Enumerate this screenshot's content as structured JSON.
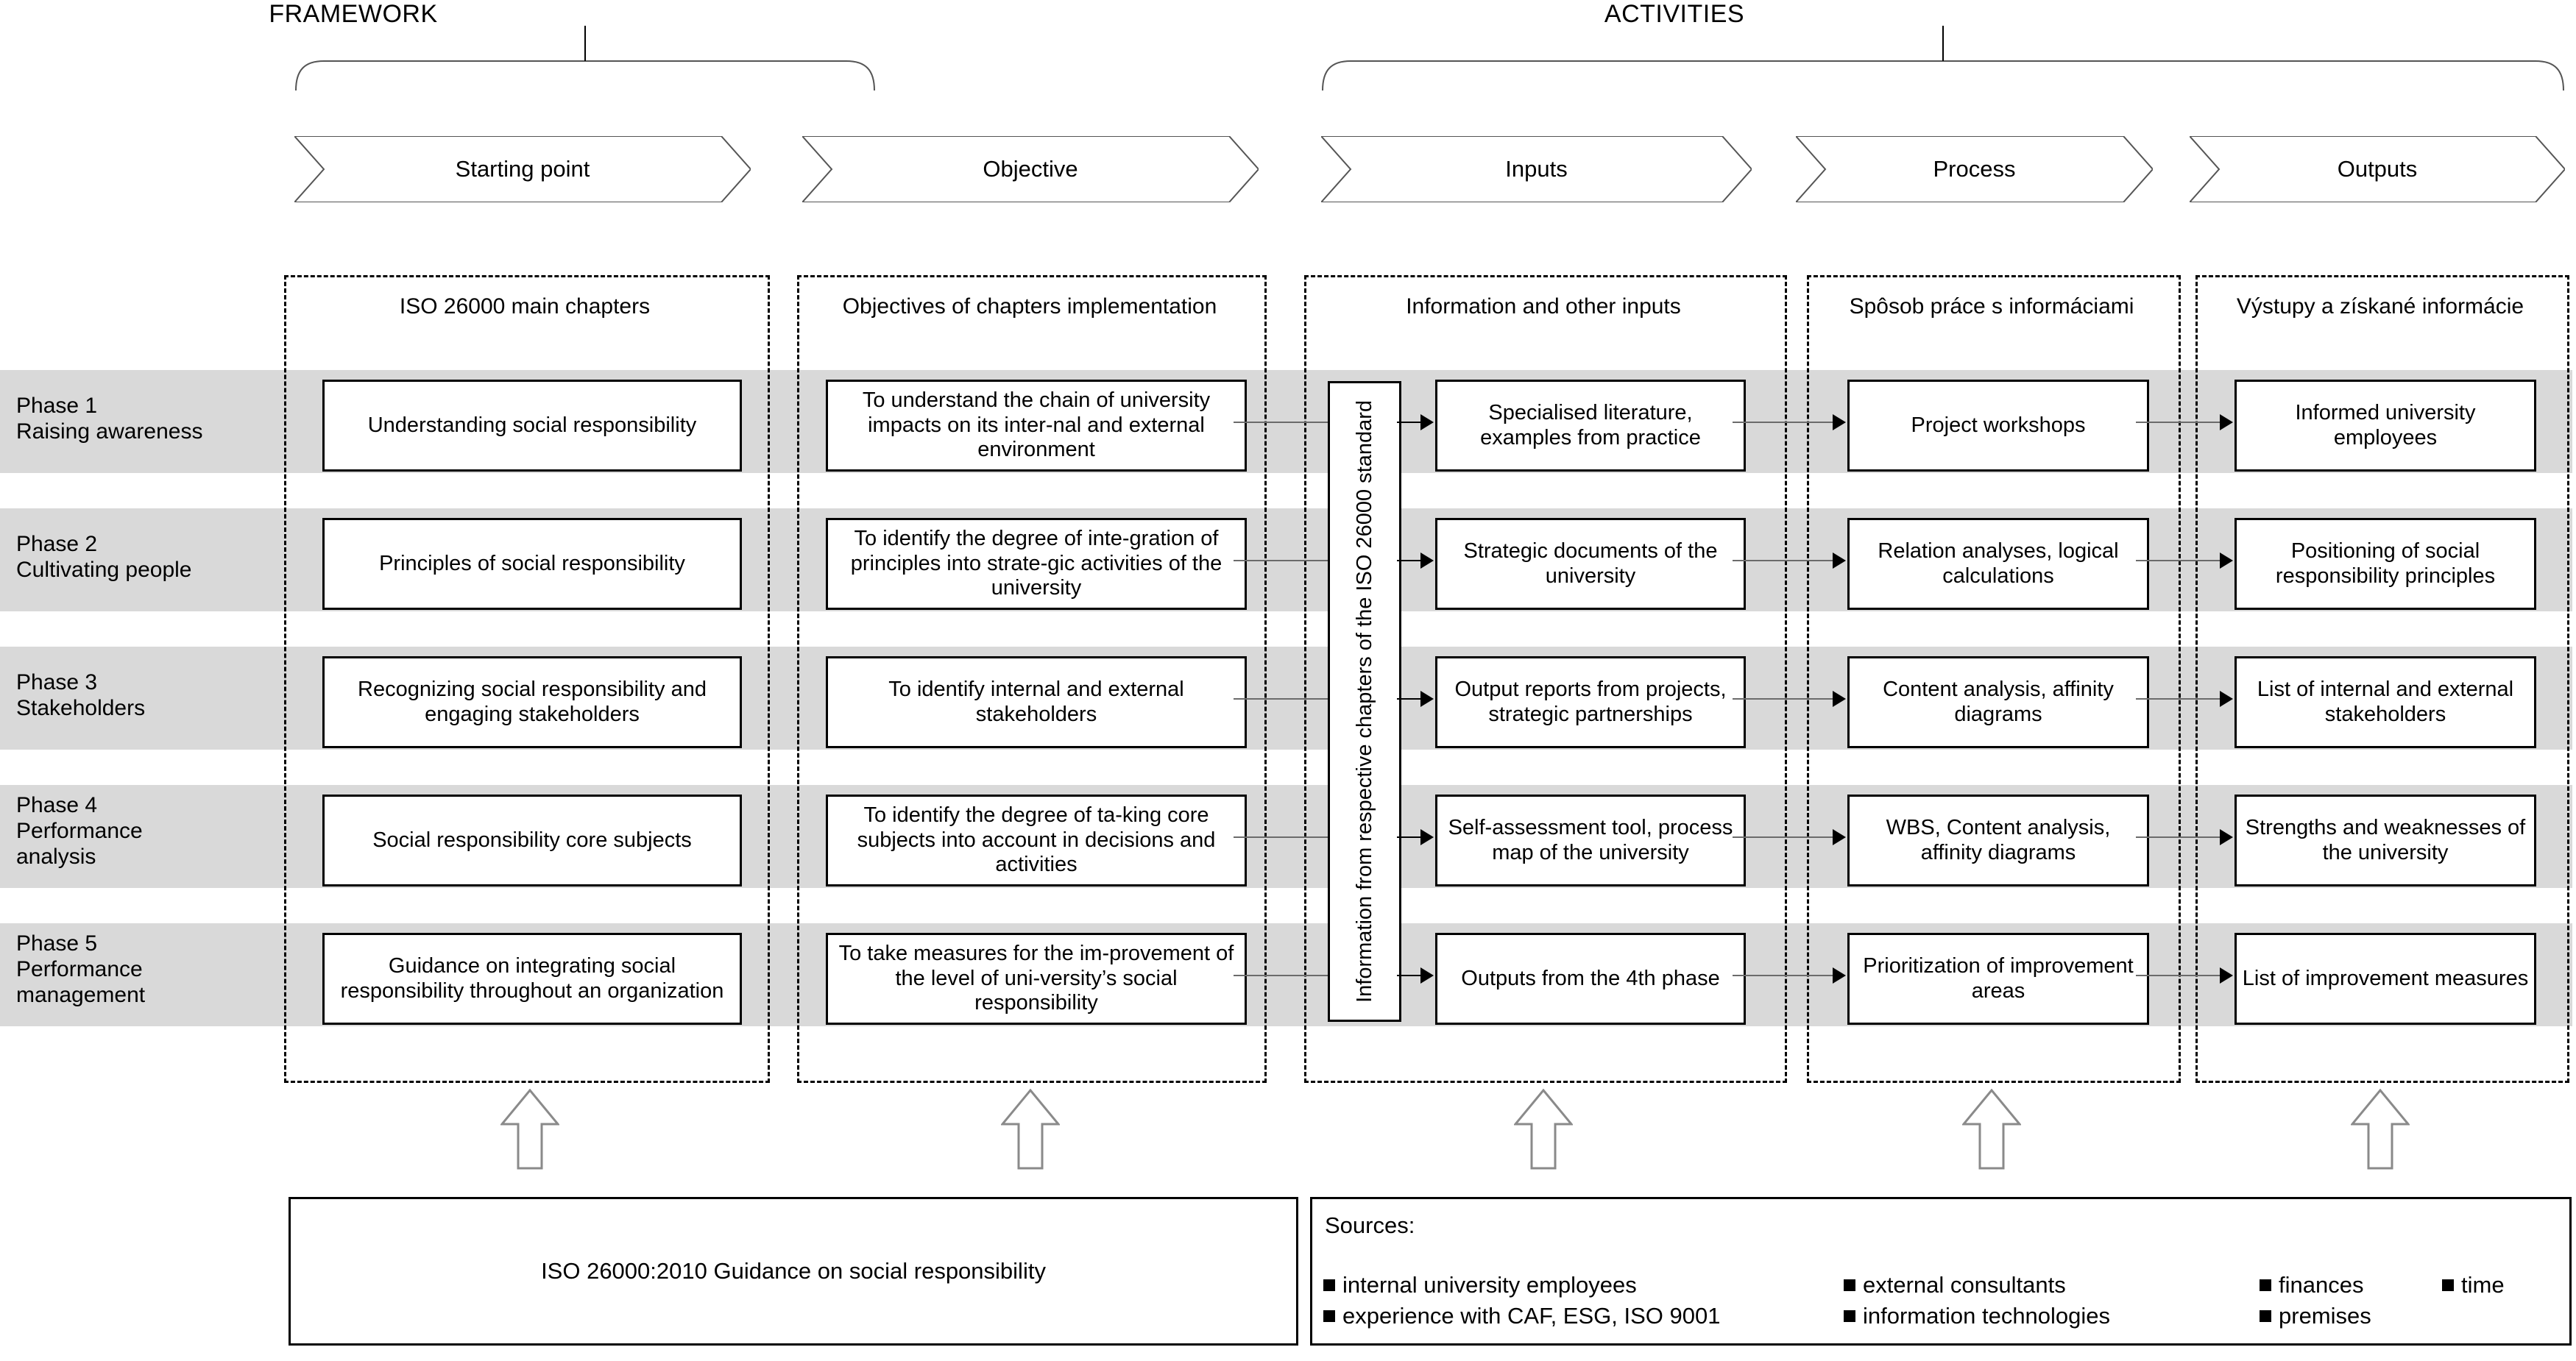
{
  "groups": [
    {
      "label": "FRAMEWORK"
    },
    {
      "label": "ACTIVITIES"
    }
  ],
  "chevrons": [
    {
      "label": "Starting point"
    },
    {
      "label": "Objective"
    },
    {
      "label": "Inputs"
    },
    {
      "label": "Process"
    },
    {
      "label": "Outputs"
    }
  ],
  "columns": [
    {
      "title": "ISO 26000 main chapters"
    },
    {
      "title": "Objectives of chapters implementation"
    },
    {
      "title": "Information and other inputs"
    },
    {
      "title": "Spôsob práce s informáciami"
    },
    {
      "title": "Výstupy a získané informácie"
    }
  ],
  "phases": [
    {
      "number": "Phase 1",
      "name": "Raising awareness"
    },
    {
      "number": "Phase 2",
      "name": "Cultivating people"
    },
    {
      "number": "Phase 3",
      "name": "Stakeholders"
    },
    {
      "number": "Phase 4",
      "name": "Performance analysis"
    },
    {
      "number": "Phase 5",
      "name": "Performance management"
    }
  ],
  "starting_point": [
    "Understanding social responsibility",
    "Principles of social responsibility",
    "Recognizing social responsibility and engaging stakeholders",
    "Social responsibility core subjects",
    "Guidance on integrating social responsibility throughout an organization"
  ],
  "objectives": [
    "To understand the chain of university impacts on its inter-nal and external environment",
    "To identify the degree of inte-gration of principles into strate-gic activities of the university",
    "To identify internal and external stakeholders",
    "To identify the degree of ta-king core subjects into account in decisions and activities",
    "To take measures for the im-provement of the level of uni-versity’s social responsibility"
  ],
  "vertical_input": {
    "label": "Information from respective chapters of the ISO 26000 standard"
  },
  "inputs": [
    "Specialised literature, examples from practice",
    "Strategic documents of the university",
    "Output reports from projects, strategic partnerships",
    "Self-assessment tool, process map of the university",
    "Outputs from the 4th phase"
  ],
  "process": [
    "Project workshops",
    "Relation analyses, logical calculations",
    "Content analysis, affinity diagrams",
    "WBS, Content analysis, affinity diagrams",
    "Prioritization of improvement areas"
  ],
  "outputs": [
    "Informed university employees",
    "Positioning of social responsibility principles",
    "List of internal and external stakeholders",
    "Strengths and weaknesses of the university",
    "List of improvement measures"
  ],
  "footer": {
    "standard_box": "ISO 26000:2010 Guidance on social responsibility",
    "sources_title": "Sources:",
    "sources": [
      "internal university employees",
      "experience with CAF, ESG, ISO 9001",
      "external consultants",
      "information technologies",
      "finances",
      "premises",
      "time"
    ]
  },
  "colors": {
    "row_band": "#d9d9d9",
    "border": "#000000",
    "connector": "#6b6b6b",
    "background": "#ffffff"
  }
}
